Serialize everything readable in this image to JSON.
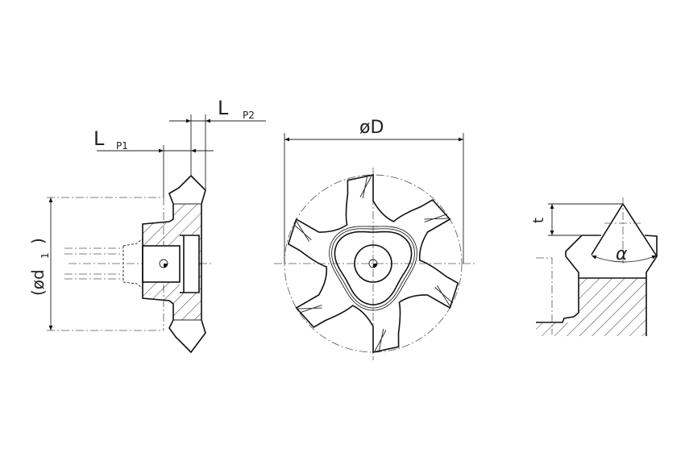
{
  "drawing": {
    "labels": {
      "lp1_main": "L",
      "lp1_sub": "P1",
      "lp2_main": "L",
      "lp2_sub": "P2",
      "diameter_D": "øD",
      "diameter_d1": "(ød",
      "diameter_d1_sub": "1",
      "diameter_d1_close": ")",
      "depth_t": "t",
      "angle_alpha": "α"
    },
    "cutter": {
      "teeth": 6
    },
    "colors": {
      "line": "#111111",
      "center_line": "#555555"
    }
  }
}
